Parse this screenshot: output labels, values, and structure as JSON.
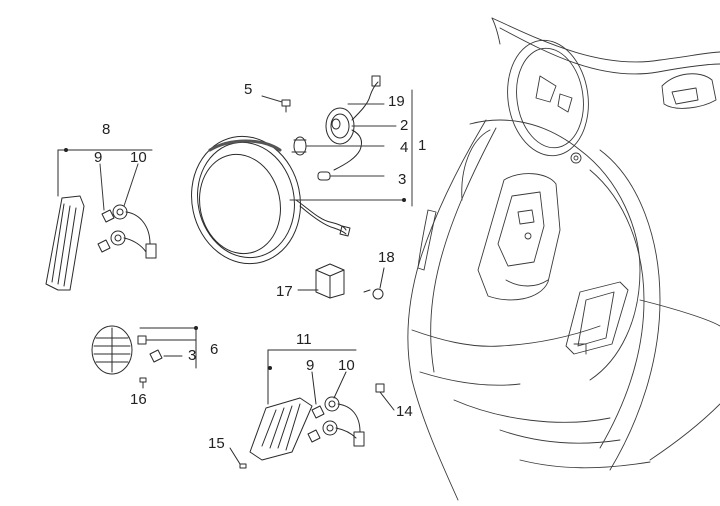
{
  "colors": {
    "line": "#2b2b2b",
    "faint": "#9a9a9a",
    "bg": "#ffffff"
  },
  "callouts": {
    "n1": "1",
    "n2": "2",
    "n3a": "3",
    "n3b": "3",
    "n4": "4",
    "n5": "5",
    "n6": "6",
    "n8": "8",
    "n9a": "9",
    "n9b": "9",
    "n10a": "10",
    "n10b": "10",
    "n11": "11",
    "n14": "14",
    "n15": "15",
    "n16": "16",
    "n17": "17",
    "n18": "18",
    "n19": "19"
  }
}
